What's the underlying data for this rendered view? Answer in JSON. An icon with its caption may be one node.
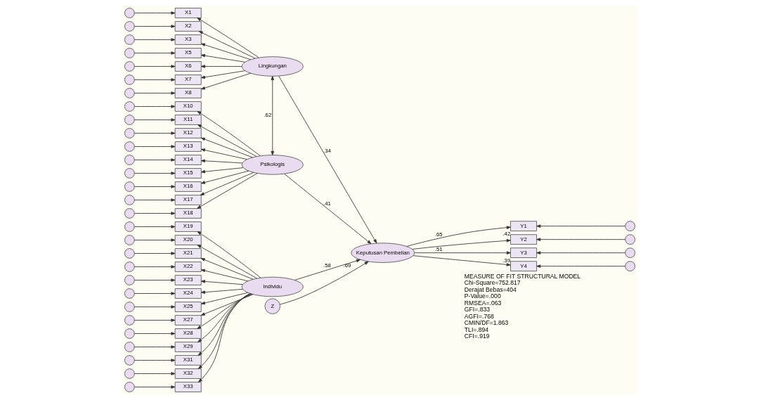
{
  "diagram": {
    "nodes": [
      {
        "text": [
          "Lingkungan"
        ]
      },
      {
        "text": [
          "Psikologis"
        ]
      },
      {
        "text": [
          "Individu"
        ]
      },
      {
        "text": [
          "Keputusan Pembelian"
        ],
        "beside": [
          ".69"
        ]
      },
      {
        "text": [
          "Z"
        ]
      },
      {
        "text": [
          "Y1"
        ],
        "beside": [
          ".42"
        ]
      },
      {
        "text": [
          "Y2"
        ]
      },
      {
        "text": [
          "Y3"
        ],
        "beside": [
          ".39"
        ]
      },
      {
        "text": [
          "Y4"
        ]
      },
      {
        "text": [],
        "shape": "circle"
      },
      {
        "text": [],
        "shape": "circle"
      },
      {
        "text": [],
        "shape": "circle"
      },
      {
        "text": [],
        "shape": "circle"
      },
      {
        "text": [
          "X1"
        ]
      },
      {
        "text": [
          "X2"
        ]
      },
      {
        "text": [
          "X3"
        ]
      },
      {
        "text": [
          "X5"
        ]
      },
      {
        "text": [
          "X6"
        ]
      },
      {
        "text": [
          "X7"
        ]
      },
      {
        "text": [
          "X8"
        ]
      },
      {
        "text": [
          "X10"
        ]
      },
      {
        "text": [
          "X11"
        ]
      },
      {
        "text": [
          "X12"
        ]
      },
      {
        "text": [
          "X13"
        ]
      },
      {
        "text": [
          "X14"
        ]
      },
      {
        "text": [
          "X15"
        ]
      },
      {
        "text": [
          "X16"
        ]
      },
      {
        "text": [
          "X17"
        ]
      },
      {
        "text": [
          "X18"
        ]
      },
      {
        "text": [
          "X19"
        ]
      },
      {
        "text": [
          "X20"
        ]
      },
      {
        "text": [
          "X21"
        ]
      },
      {
        "text": [
          "X22"
        ]
      },
      {
        "text": [
          "X23"
        ]
      },
      {
        "text": [
          "X24"
        ]
      },
      {
        "text": [
          "X25"
        ]
      },
      {
        "text": [
          "X27"
        ]
      },
      {
        "text": [
          "X28"
        ]
      },
      {
        "text": [
          "X29"
        ]
      },
      {
        "text": [
          "X31"
        ]
      },
      {
        "text": [
          "X32"
        ]
      },
      {
        "text": [
          "X33"
        ]
      },
      {
        "text": [],
        "shape": "circle"
      },
      {
        "text": [],
        "shape": "circle"
      },
      {
        "text": [],
        "shape": "circle"
      },
      {
        "text": [],
        "shape": "circle"
      },
      {
        "text": [],
        "shape": "circle"
      },
      {
        "text": [],
        "shape": "circle"
      },
      {
        "text": [],
        "shape": "circle"
      },
      {
        "text": [],
        "shape": "circle"
      },
      {
        "text": [],
        "shape": "circle"
      },
      {
        "text": [],
        "shape": "circle"
      },
      {
        "text": [],
        "shape": "circle"
      },
      {
        "text": [],
        "shape": "circle"
      },
      {
        "text": [],
        "shape": "circle"
      },
      {
        "text": [],
        "shape": "circle"
      },
      {
        "text": [],
        "shape": "circle"
      },
      {
        "text": [],
        "shape": "circle"
      },
      {
        "text": [],
        "shape": "circle"
      },
      {
        "text": [],
        "shape": "circle"
      },
      {
        "text": [],
        "shape": "circle"
      },
      {
        "text": [],
        "shape": "circle"
      },
      {
        "text": [],
        "shape": "circle"
      },
      {
        "text": [],
        "shape": "circle"
      },
      {
        "text": [],
        "shape": "circle"
      },
      {
        "text": [],
        "shape": "circle"
      },
      {
        "text": [],
        "shape": "circle"
      },
      {
        "text": [],
        "shape": "circle"
      },
      {
        "text": [],
        "shape": "circle"
      },
      {
        "text": [],
        "shape": "circle"
      },
      {
        "text": [],
        "shape": "circle"
      }
    ],
    "edges": [
      {
        "from": 0,
        "to": 3,
        "arrow": "to",
        "label": ".34"
      },
      {
        "from": 1,
        "to": 3,
        "arrow": "to",
        "label": ".41"
      },
      {
        "from": 2,
        "to": 3,
        "arrow": "to",
        "label": ".58"
      },
      {
        "from": 0,
        "to": 1,
        "arrow": "both",
        "label": ".62"
      },
      {
        "from": 4,
        "to": 3,
        "arrow": "to"
      },
      {
        "from": 3,
        "to": 5,
        "arrow": "to",
        "label": ".65"
      },
      {
        "from": 3,
        "to": 6,
        "arrow": "to"
      },
      {
        "from": 3,
        "to": 7,
        "arrow": "to",
        "label": ".51"
      },
      {
        "from": 3,
        "to": 8,
        "arrow": "to"
      },
      {
        "from": 9,
        "to": 5,
        "arrow": "to"
      },
      {
        "from": 10,
        "to": 6,
        "arrow": "to"
      },
      {
        "from": 11,
        "to": 7,
        "arrow": "to"
      },
      {
        "from": 12,
        "to": 8,
        "arrow": "to"
      },
      {
        "from": 0,
        "to": 13,
        "arrow": "to"
      },
      {
        "from": 0,
        "to": 14,
        "arrow": "to"
      },
      {
        "from": 0,
        "to": 15,
        "arrow": "to"
      },
      {
        "from": 0,
        "to": 16,
        "arrow": "to"
      },
      {
        "from": 0,
        "to": 17,
        "arrow": "to"
      },
      {
        "from": 0,
        "to": 18,
        "arrow": "to"
      },
      {
        "from": 0,
        "to": 19,
        "arrow": "to"
      },
      {
        "from": 1,
        "to": 20,
        "arrow": "to"
      },
      {
        "from": 1,
        "to": 21,
        "arrow": "to"
      },
      {
        "from": 1,
        "to": 22,
        "arrow": "to"
      },
      {
        "from": 1,
        "to": 23,
        "arrow": "to"
      },
      {
        "from": 1,
        "to": 24,
        "arrow": "to"
      },
      {
        "from": 1,
        "to": 25,
        "arrow": "to"
      },
      {
        "from": 1,
        "to": 26,
        "arrow": "to"
      },
      {
        "from": 1,
        "to": 27,
        "arrow": "to"
      },
      {
        "from": 1,
        "to": 28,
        "arrow": "to"
      },
      {
        "from": 2,
        "to": 29,
        "arrow": "to"
      },
      {
        "from": 2,
        "to": 30,
        "arrow": "to"
      },
      {
        "from": 2,
        "to": 31,
        "arrow": "to"
      },
      {
        "from": 2,
        "to": 32,
        "arrow": "to"
      },
      {
        "from": 2,
        "to": 33,
        "arrow": "to"
      },
      {
        "from": 2,
        "to": 34,
        "arrow": "to"
      },
      {
        "from": 2,
        "to": 35,
        "arrow": "to"
      },
      {
        "from": 2,
        "to": 36,
        "arrow": "to"
      },
      {
        "from": 2,
        "to": 37,
        "arrow": "to"
      },
      {
        "from": 2,
        "to": 38,
        "arrow": "to"
      },
      {
        "from": 2,
        "to": 39,
        "arrow": "to"
      },
      {
        "from": 2,
        "to": 40,
        "arrow": "to"
      },
      {
        "from": 2,
        "to": 41,
        "arrow": "to"
      },
      {
        "from": 42,
        "to": 13,
        "arrow": "to"
      },
      {
        "from": 43,
        "to": 14,
        "arrow": "to"
      },
      {
        "from": 44,
        "to": 15,
        "arrow": "to"
      },
      {
        "from": 45,
        "to": 16,
        "arrow": "to"
      },
      {
        "from": 46,
        "to": 17,
        "arrow": "to"
      },
      {
        "from": 47,
        "to": 18,
        "arrow": "to"
      },
      {
        "from": 48,
        "to": 19,
        "arrow": "to"
      },
      {
        "from": 49,
        "to": 20,
        "arrow": "to"
      },
      {
        "from": 50,
        "to": 21,
        "arrow": "to"
      },
      {
        "from": 51,
        "to": 22,
        "arrow": "to"
      },
      {
        "from": 52,
        "to": 23,
        "arrow": "to"
      },
      {
        "from": 53,
        "to": 24,
        "arrow": "to"
      },
      {
        "from": 54,
        "to": 25,
        "arrow": "to"
      },
      {
        "from": 55,
        "to": 26,
        "arrow": "to"
      },
      {
        "from": 56,
        "to": 27,
        "arrow": "to"
      },
      {
        "from": 57,
        "to": 28,
        "arrow": "to"
      },
      {
        "from": 58,
        "to": 29,
        "arrow": "to"
      },
      {
        "from": 59,
        "to": 30,
        "arrow": "to"
      },
      {
        "from": 60,
        "to": 31,
        "arrow": "to"
      },
      {
        "from": 61,
        "to": 32,
        "arrow": "to"
      },
      {
        "from": 62,
        "to": 33,
        "arrow": "to"
      },
      {
        "from": 63,
        "to": 34,
        "arrow": "to"
      },
      {
        "from": 64,
        "to": 35,
        "arrow": "to"
      },
      {
        "from": 65,
        "to": 36,
        "arrow": "to"
      },
      {
        "from": 66,
        "to": 37,
        "arrow": "to"
      },
      {
        "from": 67,
        "to": 38,
        "arrow": "to"
      },
      {
        "from": 68,
        "to": 39,
        "arrow": "to"
      },
      {
        "from": 69,
        "to": 40,
        "arrow": "to"
      },
      {
        "from": 70,
        "to": 41,
        "arrow": "to"
      }
    ],
    "labels": [
      "MEASURE OF FIT STRUCTURAL MODEL",
      "Chi-Square=752.817",
      "Derajat Bebas=404",
      "P-Value=.000",
      "RMSEA=.063",
      "GFI=.833",
      "AGFI=.768",
      "CMIN/DF=1.863",
      "TLI=.894",
      "CFI=.919"
    ]
  }
}
